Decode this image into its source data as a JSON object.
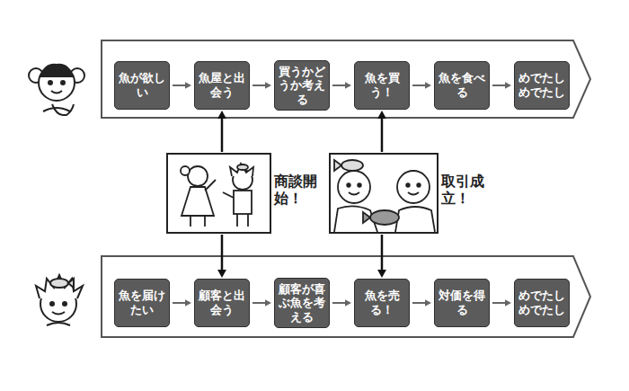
{
  "diagram": {
    "nodes": [
      {
        "text": [
          "魚が欲しい"
        ]
      },
      {
        "text": [
          "魚屋と出会う"
        ]
      },
      {
        "text": [
          "買うかどうか考える"
        ]
      },
      {
        "text": [
          "魚を買う！"
        ]
      },
      {
        "text": [
          "魚を食べる"
        ]
      },
      {
        "text": [
          "めでたしめでたし"
        ]
      },
      {
        "text": [
          "商談開始！"
        ]
      },
      {
        "text": [
          "取引成立！"
        ]
      },
      {
        "text": [
          "魚を届けたい"
        ]
      },
      {
        "text": [
          "顧客と出会う"
        ]
      },
      {
        "text": [
          "顧客が喜ぶ魚を考える"
        ]
      },
      {
        "text": [
          "魚を売る！"
        ]
      },
      {
        "text": [
          "対価を得る"
        ]
      },
      {
        "text": [
          "めでたしめでたし"
        ]
      }
    ],
    "edges": [
      {
        "from": 0,
        "to": 1,
        "arrow": "to"
      },
      {
        "from": 1,
        "to": 2,
        "arrow": "to"
      },
      {
        "from": 2,
        "to": 3,
        "arrow": "to"
      },
      {
        "from": 3,
        "to": 4,
        "arrow": "to"
      },
      {
        "from": 4,
        "to": 5,
        "arrow": "to"
      },
      {
        "from": 8,
        "to": 9,
        "arrow": "to"
      },
      {
        "from": 9,
        "to": 10,
        "arrow": "to"
      },
      {
        "from": 10,
        "to": 11,
        "arrow": "to"
      },
      {
        "from": 11,
        "to": 12,
        "arrow": "to"
      },
      {
        "from": 12,
        "to": 13,
        "arrow": "to"
      },
      {
        "from": 6,
        "to": 1,
        "arrow": "to"
      },
      {
        "from": 6,
        "to": 9,
        "arrow": "to"
      },
      {
        "from": 7,
        "to": 3,
        "arrow": "to"
      },
      {
        "from": 7,
        "to": 11,
        "arrow": "to"
      }
    ]
  }
}
